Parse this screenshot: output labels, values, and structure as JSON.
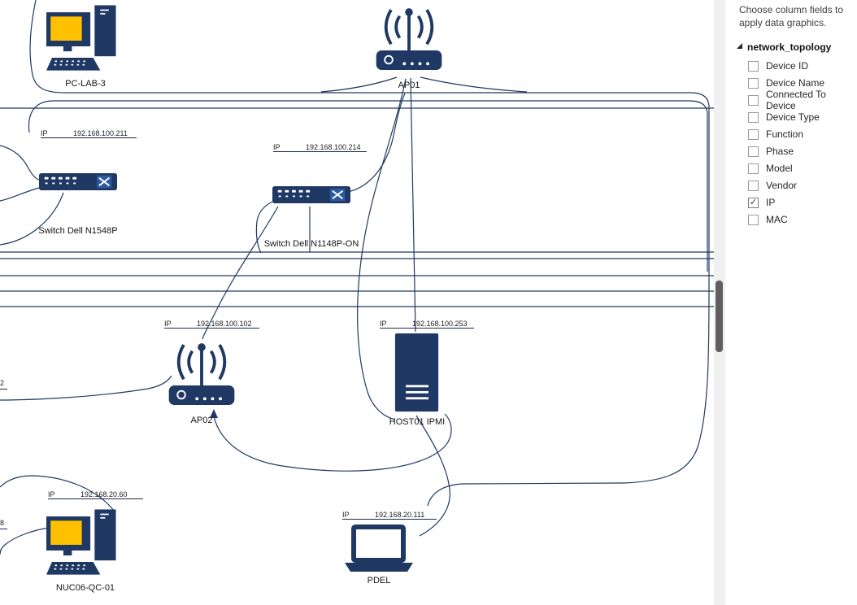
{
  "panel": {
    "instruction_line1": "Choose column fields to",
    "instruction_line2": "apply data graphics.",
    "tree": {
      "label": "network_topology",
      "fields": [
        {
          "label": "Device ID",
          "checked": false
        },
        {
          "label": "Device Name",
          "checked": false
        },
        {
          "label": "Connected To Device",
          "checked": false
        },
        {
          "label": "Device Type",
          "checked": false
        },
        {
          "label": "Function",
          "checked": false
        },
        {
          "label": "Phase",
          "checked": false
        },
        {
          "label": "Model",
          "checked": false
        },
        {
          "label": "Vendor",
          "checked": false
        },
        {
          "label": "IP",
          "checked": true
        },
        {
          "label": "MAC",
          "checked": false
        }
      ]
    }
  },
  "canvas": {
    "ip_prefix": "IP",
    "devices": [
      {
        "id": "pc-lab-3",
        "label": "PC-LAB-3",
        "type": "desktop"
      },
      {
        "id": "ap01",
        "label": "AP01",
        "type": "access-point"
      },
      {
        "id": "switch-n1548p",
        "label": "Switch Dell N1548P",
        "type": "switch",
        "ip": "192.168.100.211"
      },
      {
        "id": "switch-n1148p",
        "label": "Switch Dell N1148P-ON",
        "type": "switch",
        "ip": "192.168.100.214"
      },
      {
        "id": "ap02",
        "label": "AP02",
        "type": "access-point",
        "ip": "192.168.100.102"
      },
      {
        "id": "host01-ipmi",
        "label": "HOST01 IPMI",
        "type": "server",
        "ip": "192.168.100.253"
      },
      {
        "id": "nuc06-qc-01",
        "label": "NUC06-QC-01",
        "type": "desktop",
        "ip": "192.168.20.60"
      },
      {
        "id": "pdel",
        "label": "PDEL",
        "type": "laptop",
        "ip": "192.168.20.111"
      }
    ],
    "edge_fragments": [
      "2",
      "8"
    ],
    "colors": {
      "device_navy": "#1f3864",
      "screen_orange": "#ffc000",
      "connector": "#1f3a60"
    }
  }
}
